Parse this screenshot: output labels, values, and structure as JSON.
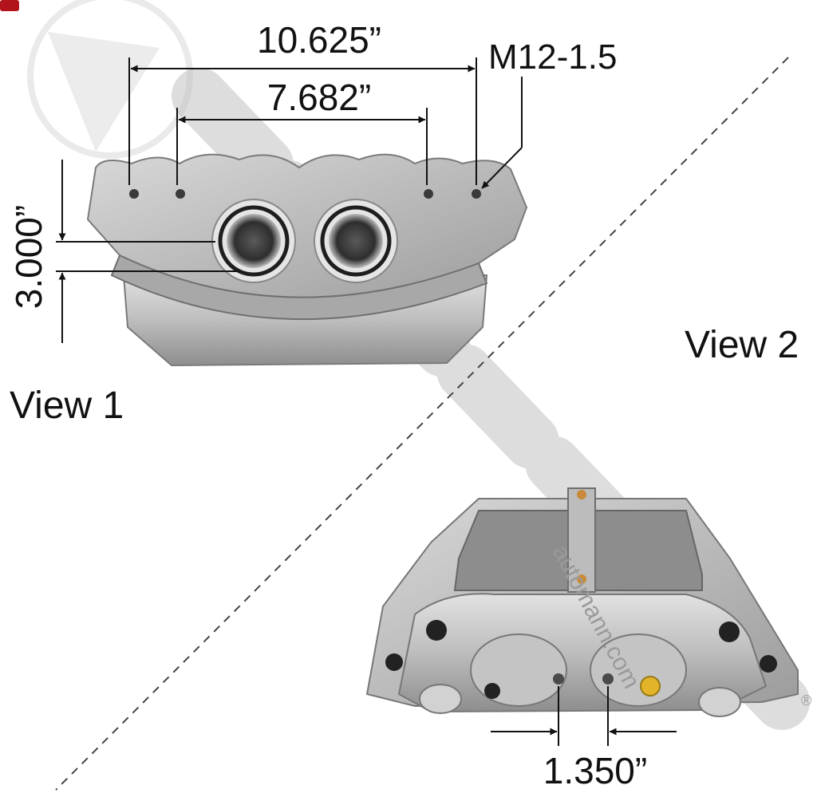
{
  "views": {
    "view1_label": "View 1",
    "view2_label": "View 2"
  },
  "dimensions": {
    "overall_width": "10.625”",
    "inner_width": "7.682”",
    "height": "3.000”",
    "piston_spacing": "1.350”"
  },
  "callouts": {
    "thread_size": "M12-1.5"
  },
  "watermark": {
    "url_text": "automann.com",
    "registered": "®"
  },
  "colors": {
    "metal_light": "#d6d6d6",
    "metal_mid": "#a9a9a9",
    "metal_dark": "#6f6f6f",
    "dimension_line": "#111111",
    "corner_badge": "#b3141c",
    "watermark": "#b9b9b9"
  }
}
